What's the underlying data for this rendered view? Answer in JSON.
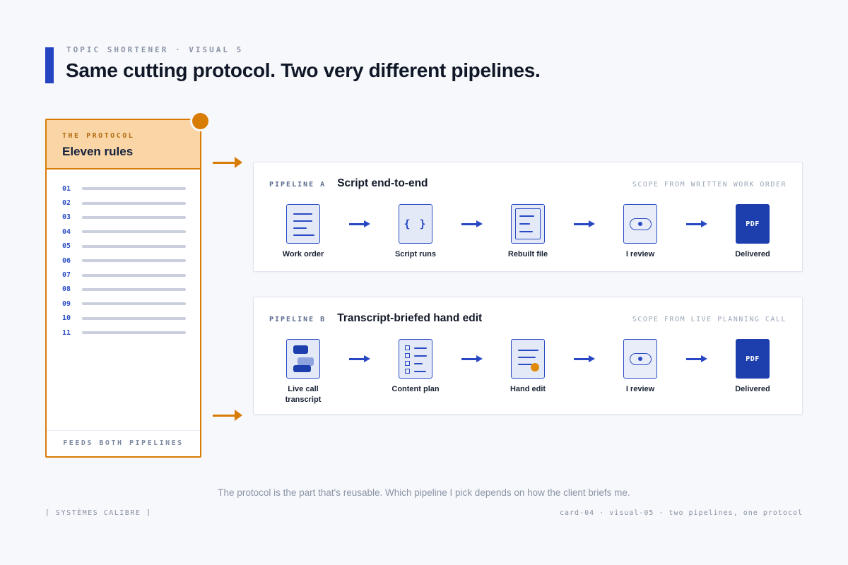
{
  "colors": {
    "background": "#f7f8fb",
    "accent_blue": "#2444c2",
    "accent_orange": "#d97c06",
    "icon_blue": "#2a4bc4",
    "icon_fill": "#e4e9f8",
    "pdf_blue": "#1d3fae",
    "protocol_header_bg": "#fad5a5"
  },
  "header": {
    "eyebrow": "TOPIC SHORTENER · VISUAL 5",
    "title": "Same cutting protocol. Two very different pipelines."
  },
  "protocol_card": {
    "label": "THE PROTOCOL",
    "title": "Eleven rules",
    "rules": [
      "01",
      "02",
      "03",
      "04",
      "05",
      "06",
      "07",
      "08",
      "09",
      "10",
      "11"
    ],
    "footer": "FEEDS BOTH PIPELINES"
  },
  "pipelines": [
    {
      "label": "PIPELINE A",
      "title": "Script end-to-end",
      "scope": "SCOPE FROM WRITTEN WORK ORDER",
      "steps": [
        {
          "icon": "document-lines-icon",
          "label": "Work order"
        },
        {
          "icon": "code-braces-icon",
          "glyph": "{ }",
          "label": "Script runs"
        },
        {
          "icon": "document-nested-icon",
          "label": "Rebuilt file"
        },
        {
          "icon": "review-eye-icon",
          "label": "I review"
        },
        {
          "icon": "pdf-file-icon",
          "badge": "PDF",
          "label": "Delivered"
        }
      ]
    },
    {
      "label": "PIPELINE B",
      "title": "Transcript-briefed hand edit",
      "scope": "SCOPE FROM LIVE PLANNING CALL",
      "steps": [
        {
          "icon": "transcript-blocks-icon",
          "label": "Live call transcript"
        },
        {
          "icon": "checklist-icon",
          "label": "Content plan"
        },
        {
          "icon": "document-marker-icon",
          "label": "Hand edit"
        },
        {
          "icon": "review-eye-icon",
          "label": "I review"
        },
        {
          "icon": "pdf-file-icon",
          "badge": "PDF",
          "label": "Delivered"
        }
      ]
    }
  ],
  "caption": "The protocol is the part that's reusable. Which pipeline I pick depends on how the client briefs me.",
  "footer": {
    "left": "[ SYSTÈMES CALIBRE ]",
    "right": "card-04 · visual-05 · two pipelines, one protocol"
  }
}
